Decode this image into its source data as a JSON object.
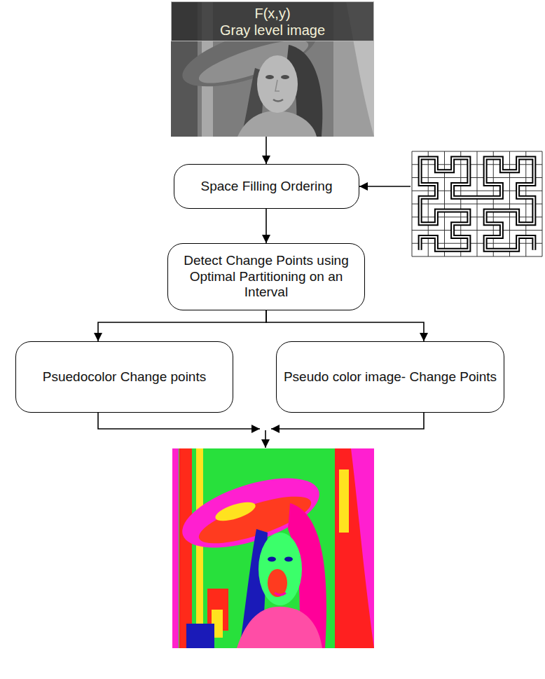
{
  "diagram": {
    "nodes": [
      {
        "text": [
          "F(x,y)",
          "Gray level image"
        ]
      },
      {
        "text": [
          "Space Filling Ordering"
        ]
      },
      {
        "text": [
          "Detect Change Points using Optimal Partitioning on an Interval"
        ]
      },
      {
        "text": [
          "Psuedocolor Change points"
        ]
      },
      {
        "text": [
          "Pseudo color image- Change Points"
        ]
      }
    ],
    "edges": [
      {
        "from": 0,
        "to": 1,
        "arrow": "to"
      },
      {
        "from": 1,
        "to": 2,
        "arrow": "to"
      },
      {
        "from": 2,
        "to": 3,
        "arrow": "to"
      },
      {
        "from": 2,
        "to": 4,
        "arrow": "to"
      }
    ]
  }
}
